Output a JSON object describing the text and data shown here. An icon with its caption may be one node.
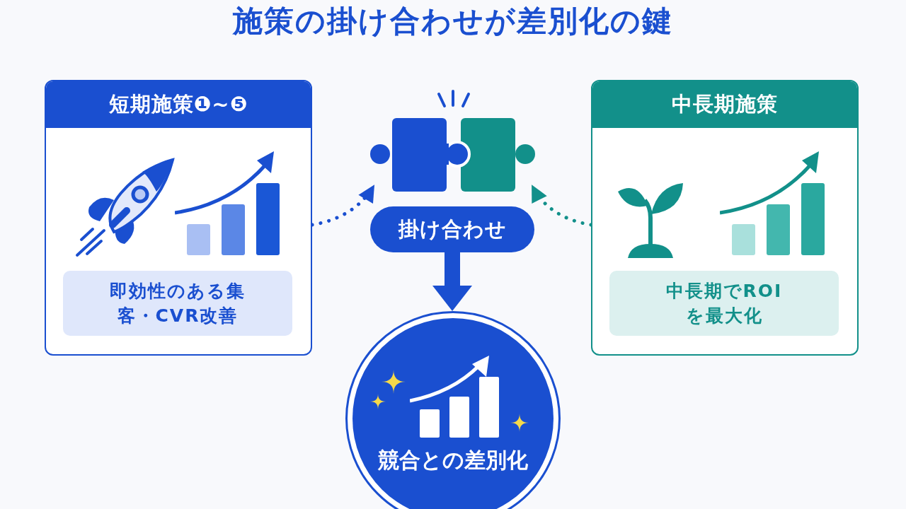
{
  "diagram": {
    "title": "施策の掛け合わせが差別化の鍵",
    "nodes": [
      {
        "text": [
          "短期施策❶~❺",
          "即効性のある集客・CVR改善"
        ]
      },
      {
        "text": [],
        "shape": "picture"
      },
      {
        "text": [
          "掛け合わせ"
        ]
      },
      {
        "text": [
          "競合との差別化"
        ]
      },
      {
        "text": [
          "中長期施策",
          "中長期でROIを最大化"
        ]
      }
    ],
    "edges": [
      {
        "from": 0,
        "to": 1,
        "arrow": "to",
        "style": "dashed"
      },
      {
        "from": 4,
        "to": 1,
        "arrow": "to",
        "style": "dashed",
        "color": "#12908a"
      },
      {
        "from": 2,
        "to": 3,
        "arrow": "to",
        "style": "thick"
      }
    ]
  }
}
